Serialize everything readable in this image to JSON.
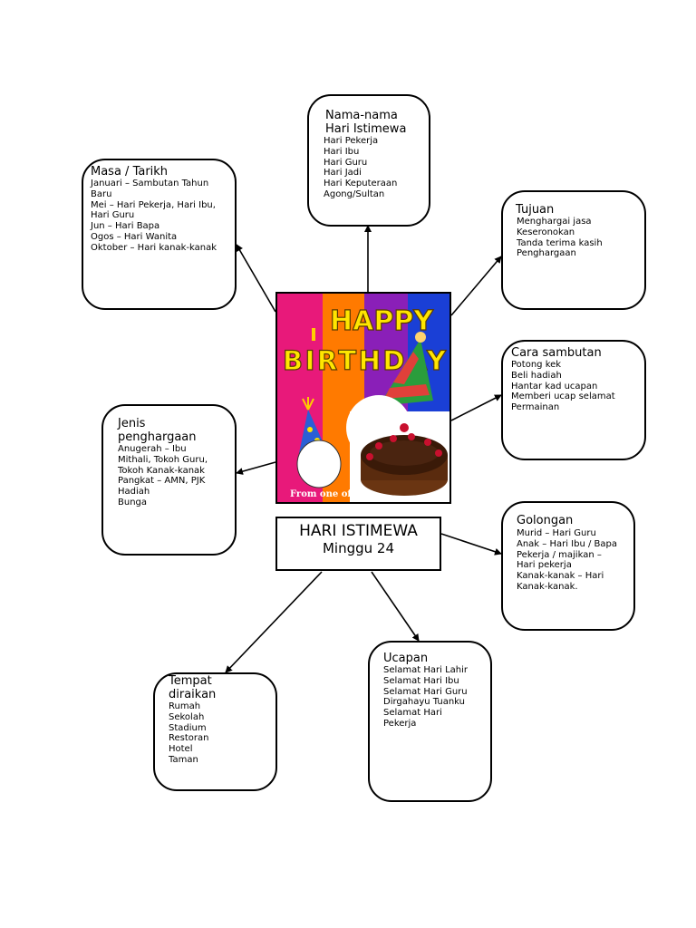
{
  "center": {
    "title": "HARI ISTIMEWA",
    "subtitle": "Minggu 24"
  },
  "image": {
    "caption": "From one of yo",
    "banner_line1": "HAPPY",
    "banner_line2": "BIRTHDAY"
  },
  "boxes": {
    "nama": {
      "title": "Nama-nama Hari Istimewa",
      "items": [
        "Hari Pekerja",
        "Hari Ibu",
        "Hari Guru",
        "Hari Jadi",
        "Hari Keputeraan Agong/Sultan"
      ]
    },
    "masa": {
      "title": "Masa / Tarikh",
      "items": [
        "Januari – Sambutan Tahun Baru",
        "Mei – Hari Pekerja, Hari Ibu, Hari Guru",
        "Jun – Hari Bapa",
        "Ogos – Hari Wanita",
        "Oktober – Hari kanak-kanak"
      ]
    },
    "tujuan": {
      "title": "Tujuan",
      "items": [
        "Menghargai  jasa",
        "Keseronokan",
        "Tanda terima kasih",
        "Penghargaan"
      ]
    },
    "cara": {
      "title": "Cara sambutan",
      "items": [
        "Potong kek",
        "Beli hadiah",
        "Hantar kad ucapan",
        "Memberi ucap selamat",
        "Permainan"
      ]
    },
    "jenis": {
      "title": "Jenis penghargaan",
      "items": [
        "Anugerah – Ibu Mithali, Tokoh Guru, Tokoh Kanak-kanak",
        "Pangkat – AMN, PJK",
        "Hadiah",
        "Bunga"
      ]
    },
    "golongan": {
      "title": "Golongan",
      "items": [
        "Murid – Hari Guru",
        "Anak – Hari Ibu / Bapa",
        "Pekerja / majikan – Hari pekerja",
        "Kanak-kanak – Hari Kanak-kanak."
      ]
    },
    "tempat": {
      "title": "Tempat diraikan",
      "items": [
        "Rumah",
        "Sekolah",
        "Stadium",
        "Restoran",
        "Hotel",
        "Taman"
      ]
    },
    "ucapan": {
      "title": "Ucapan",
      "items": [
        "Selamat Hari Lahir",
        "Selamat Hari Ibu",
        "Selamat Hari Guru",
        "Dirgahayu Tuanku",
        "Selamat Hari Pekerja"
      ]
    }
  }
}
